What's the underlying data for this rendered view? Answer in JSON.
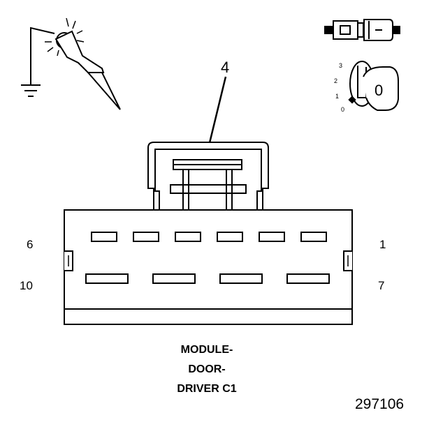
{
  "callout": "4",
  "pin_labels": {
    "top_left": "6",
    "top_right": "1",
    "bottom_left": "10",
    "bottom_right": "7"
  },
  "title_lines": [
    "MODULE-",
    "DOOR-",
    "DRIVER C1"
  ],
  "figure_number": "297106",
  "ignition_key": {
    "positions": [
      "3",
      "2",
      "1",
      "0"
    ],
    "key_label": "0"
  },
  "icons": [
    "test-probe-ground-icon",
    "connector-pair-icon",
    "ignition-key-icon"
  ]
}
